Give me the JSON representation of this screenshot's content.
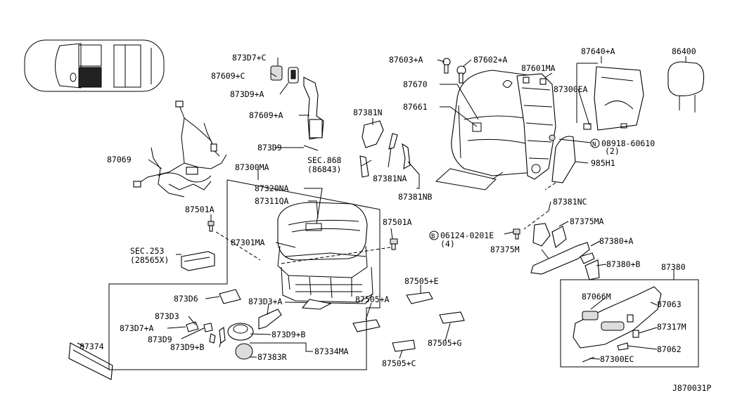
{
  "diagram_id": "J870031P",
  "labels": {
    "p873D7C": "873D7+C",
    "p87609C": "87609+C",
    "p873D9A": "873D9+A",
    "p87609A": "87609+A",
    "p873D9": "873D9",
    "p87069": "87069",
    "p87300MA": "87300MA",
    "p87320NA": "87320NA",
    "p87311QA": "87311QA",
    "p87501A_left": "87501A",
    "p87501A_right": "87501A",
    "sec253": "SEC.253",
    "sec253_sub": "(28565X)",
    "p87301MA": "87301MA",
    "p873D6": "873D6",
    "p873D3A": "873D3+A",
    "p873D3": "873D3",
    "p873D7A": "873D7+A",
    "p873D9_2": "873D9",
    "p873D9B_left": "873D9+B",
    "p873D9B_right": "873D9+B",
    "p87334MA": "87334MA",
    "p87383R": "87383R",
    "p87374": "87374",
    "p87381N": "87381N",
    "sec868": "SEC.868",
    "sec868_sub": "(86843)",
    "p87381NA": "87381NA",
    "p87381NB": "87381NB",
    "p87603A": "87603+A",
    "p87602A": "87602+A",
    "p87601MA": "87601MA",
    "p87670": "87670",
    "p87661": "87661",
    "p87640A": "87640+A",
    "p86400": "86400",
    "p87300EA": "87300EA",
    "p08918": "08918-60610",
    "p08918_qty": "(2)",
    "p985H1": "985H1",
    "p87381NC": "87381NC",
    "p87375MA": "87375MA",
    "p06124": "06124-0201E",
    "p06124_qty": "(4)",
    "p87375M": "87375M",
    "p87380A": "87380+A",
    "p87380B": "87380+B",
    "p87380": "87380",
    "p87505E": "87505+E",
    "p87505A": "87505+A",
    "p87505G": "87505+G",
    "p87505C": "87505+C",
    "p87066M": "87066M",
    "p87063": "87063",
    "p87317M": "87317M",
    "p87062": "87062",
    "p87300EC": "87300EC",
    "circle_N": "N",
    "circle_B": "B"
  }
}
